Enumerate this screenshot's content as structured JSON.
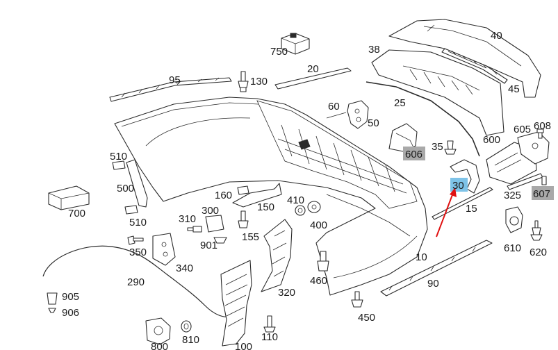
{
  "diagram": {
    "labels": {
      "l10": "10",
      "l15": "15",
      "l20": "20",
      "l25": "25",
      "l30": "30",
      "l35": "35",
      "l38": "38",
      "l40": "40",
      "l45": "45",
      "l50": "50",
      "l60": "60",
      "l90": "90",
      "l95": "95",
      "l100": "100",
      "l110": "110",
      "l130": "130",
      "l150": "150",
      "l155": "155",
      "l160": "160",
      "l290": "290",
      "l300": "300",
      "l310": "310",
      "l320": "320",
      "l325": "325",
      "l340": "340",
      "l350": "350",
      "l400": "400",
      "l410": "410",
      "l450": "450",
      "l460": "460",
      "l500": "500",
      "l510a": "510",
      "l510b": "510",
      "l600": "600",
      "l605": "605",
      "l606": "606",
      "l607": "607",
      "l608": "608",
      "l610": "610",
      "l620": "620",
      "l700": "700",
      "l750": "750",
      "l800": "800",
      "l810": "810",
      "l901": "901",
      "l905": "905",
      "l906": "906"
    },
    "highlight_gray": "#a9a9a9",
    "highlight_blue": "#7ec3e8",
    "arrow_color": "#e01010"
  }
}
